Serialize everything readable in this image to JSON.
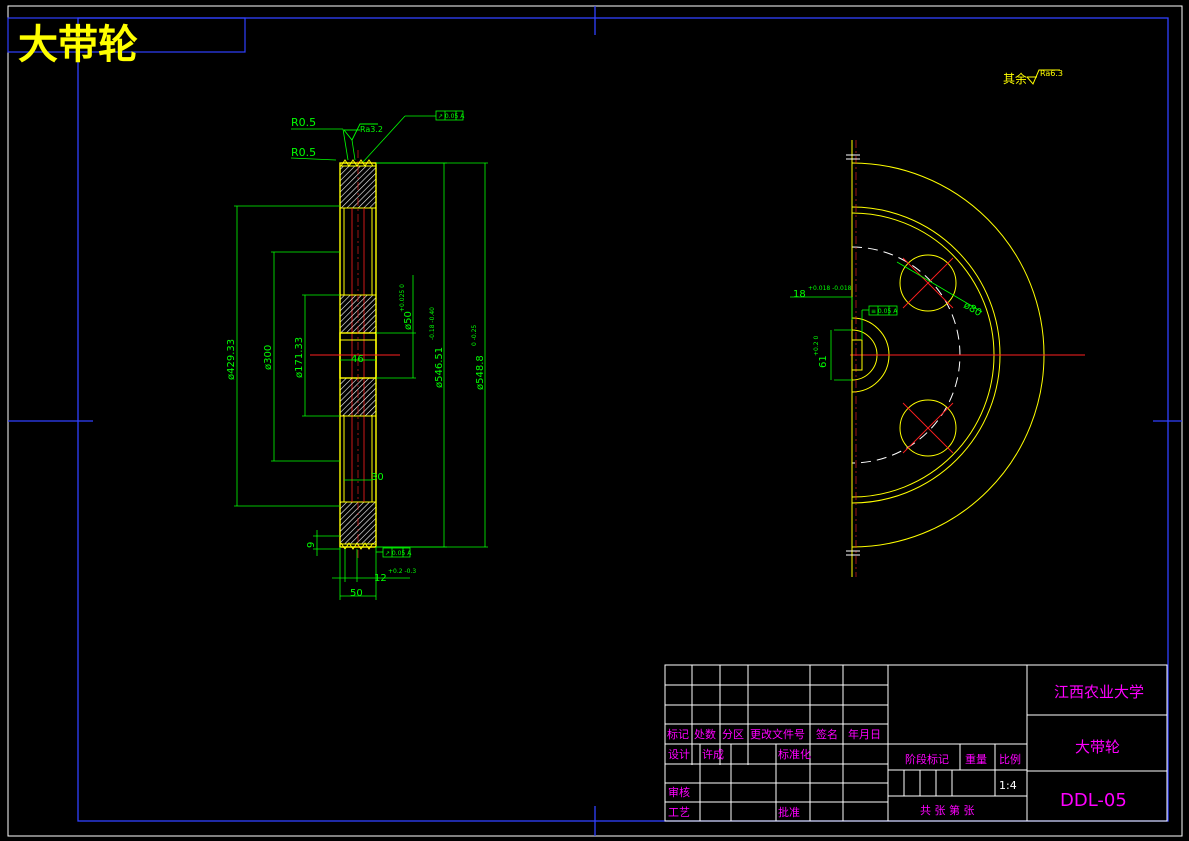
{
  "header_title": "大带轮",
  "surface_note": {
    "prefix": "其余",
    "roughness": "Ra6.3"
  },
  "section_view": {
    "radius_labels": [
      "R0.5",
      "R0.5"
    ],
    "roughness_label": "Ra3.2",
    "tolerance_frame_top": "↗ 0.05 A",
    "tolerance_frame_bottom": "↗ 0.05 A",
    "dims": {
      "d429": "ø429.33",
      "d300": "ø300",
      "d171": "ø171.33",
      "d50": "ø50",
      "d50_tol": "+0.025 0",
      "d546": "ø546.51",
      "d546_tol": "-0.18 -0.40",
      "d548": "ø548.8",
      "d548_tol": "0 -0.25",
      "w46": "46",
      "w30": "30",
      "w50": "50",
      "w9": "9",
      "w12": "12",
      "w12_tol": "+0.2 -0.3"
    }
  },
  "front_view": {
    "keyway_width": "18",
    "keyway_width_tol": "+0.018 -0.018",
    "keyway_depth": "61",
    "keyway_depth_tol": "+0.2 0",
    "hole_dia": "ø80",
    "tolerance_frame": "≡ 0.05 A"
  },
  "title_block": {
    "headers": [
      "标记",
      "处数",
      "分区",
      "更改文件号",
      "签名",
      "年月日"
    ],
    "design_label": "设计",
    "designer": "许成",
    "standardize_label": "标准化",
    "review_label": "审核",
    "process_label": "工艺",
    "approve_label": "批准",
    "stage_label": "阶段标记",
    "weight_label": "重量",
    "scale_label": "比例",
    "scale_value": "1:4",
    "sheets_label": "共  张  第  张",
    "school": "江西农业大学",
    "part_name": "大带轮",
    "drawing_no": "DDL-05"
  }
}
